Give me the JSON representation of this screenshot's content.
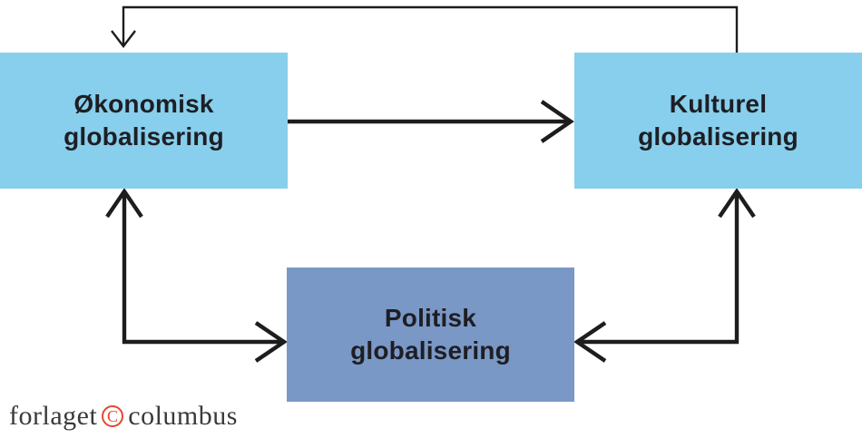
{
  "colors": {
    "background": "#FFFFFF",
    "box_light_blue": "#87CFEC",
    "box_steel_blue": "#7A98C6",
    "label_text": "#1E1E24",
    "arrow_color": "#1D1D1D",
    "logo_text": "#3A3A3A",
    "logo_accent_red": "#E2482E"
  },
  "diagram": {
    "nodes": [
      {
        "id": "economic",
        "label": "Økonomisk\nglobalisering",
        "fill": "#87CFEC"
      },
      {
        "id": "cultural",
        "label": "Kulturel\nglobalisering",
        "fill": "#87CFEC"
      },
      {
        "id": "political",
        "label": "Politisk\nglobalisering",
        "fill": "#7A98C6"
      }
    ],
    "arrows": [
      {
        "from": "economic",
        "to": "cultural",
        "heads": "single",
        "route": "straight horizontal"
      },
      {
        "from": "cultural",
        "to": "economic",
        "heads": "single",
        "route": "feedback loop over top"
      },
      {
        "from": "economic",
        "to": "political",
        "heads": "double",
        "route": "elbow down-right"
      },
      {
        "from": "cultural",
        "to": "political",
        "heads": "double",
        "route": "elbow down-left"
      }
    ]
  },
  "logo": {
    "word1": "forlaget",
    "symbol": "C",
    "word2": "columbus"
  }
}
